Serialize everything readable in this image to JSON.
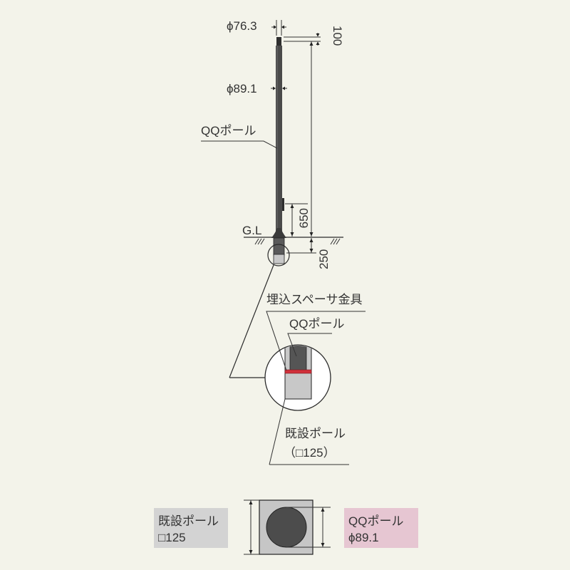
{
  "colors": {
    "background": "#f3f3ea",
    "pole": "#4a4a4a",
    "pole_dark": "#3a3a3a",
    "existing_pole": "#c8c8c8",
    "spacer": "#d0303a",
    "label_existing_bg": "#d3d3d3",
    "label_qq_bg": "#e6c6d2",
    "line": "#2a2a2a"
  },
  "elevation": {
    "top_diameter": "ϕ76.3",
    "main_diameter": "ϕ89.1",
    "pole_label": "QQポール",
    "ground_label": "G.L",
    "dim_top": "100",
    "dim_above_ground": "650",
    "dim_below_ground": "250"
  },
  "detail": {
    "spacer_label": "埋込スペーサ金具",
    "qq_pole_label": "QQポール",
    "existing_pole_label": "既設ポール",
    "existing_pole_size": "（□125）"
  },
  "plan": {
    "existing_label_line1": "既設ポール",
    "existing_label_line2": "□125",
    "qq_label_line1": "QQポール",
    "qq_label_line2": "ϕ89.1"
  }
}
